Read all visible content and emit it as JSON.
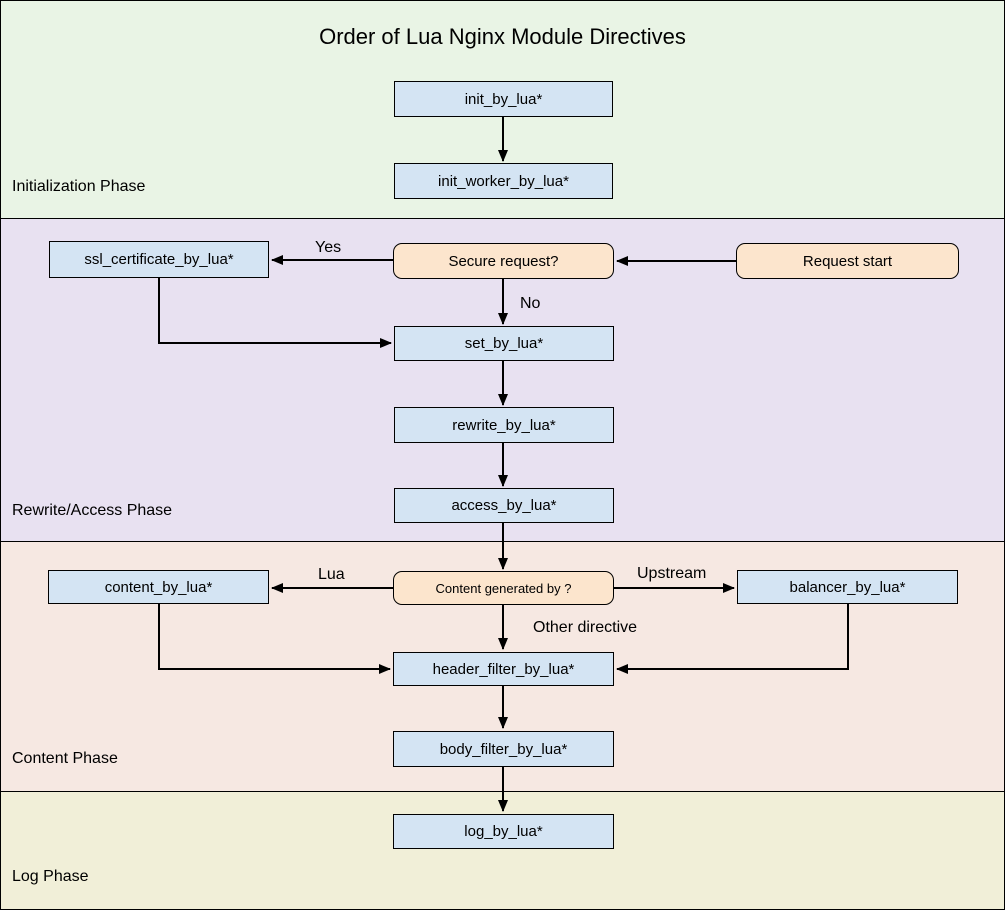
{
  "title": "Order of Lua Nginx Module Directives",
  "phases": [
    {
      "label": "Initialization Phase",
      "background": "#e9f4e5"
    },
    {
      "label": "Rewrite/Access Phase",
      "background": "#e8e1f1"
    },
    {
      "label": "Content Phase",
      "background": "#f6e8e2"
    },
    {
      "label": "Log Phase",
      "background": "#f1efd8"
    }
  ],
  "nodes": {
    "init_by_lua": {
      "label": "init_by_lua*",
      "type": "directive"
    },
    "init_worker_by_lua": {
      "label": "init_worker_by_lua*",
      "type": "directive"
    },
    "request_start": {
      "label": "Request start",
      "type": "terminator"
    },
    "secure_request": {
      "label": "Secure request?",
      "type": "decision"
    },
    "ssl_certificate_by_lua": {
      "label": "ssl_certificate_by_lua*",
      "type": "directive"
    },
    "set_by_lua": {
      "label": "set_by_lua*",
      "type": "directive"
    },
    "rewrite_by_lua": {
      "label": "rewrite_by_lua*",
      "type": "directive"
    },
    "access_by_lua": {
      "label": "access_by_lua*",
      "type": "directive"
    },
    "content_generated_by": {
      "label": "Content generated by ?",
      "type": "decision"
    },
    "content_by_lua": {
      "label": "content_by_lua*",
      "type": "directive"
    },
    "balancer_by_lua": {
      "label": "balancer_by_lua*",
      "type": "directive"
    },
    "header_filter_by_lua": {
      "label": "header_filter_by_lua*",
      "type": "directive"
    },
    "body_filter_by_lua": {
      "label": "body_filter_by_lua*",
      "type": "directive"
    },
    "log_by_lua": {
      "label": "log_by_lua*",
      "type": "directive"
    }
  },
  "edge_labels": {
    "yes": "Yes",
    "no": "No",
    "lua": "Lua",
    "upstream": "Upstream",
    "other_directive": "Other directive"
  },
  "colors": {
    "directive_fill": "#d4e4f3",
    "decision_fill": "#fce5cd",
    "node_border": "#000000",
    "arrow": "#000000",
    "init_phase_bg": "#e9f4e5",
    "rewrite_phase_bg": "#e8e1f1",
    "content_phase_bg": "#f6e8e2",
    "log_phase_bg": "#f1efd8"
  }
}
